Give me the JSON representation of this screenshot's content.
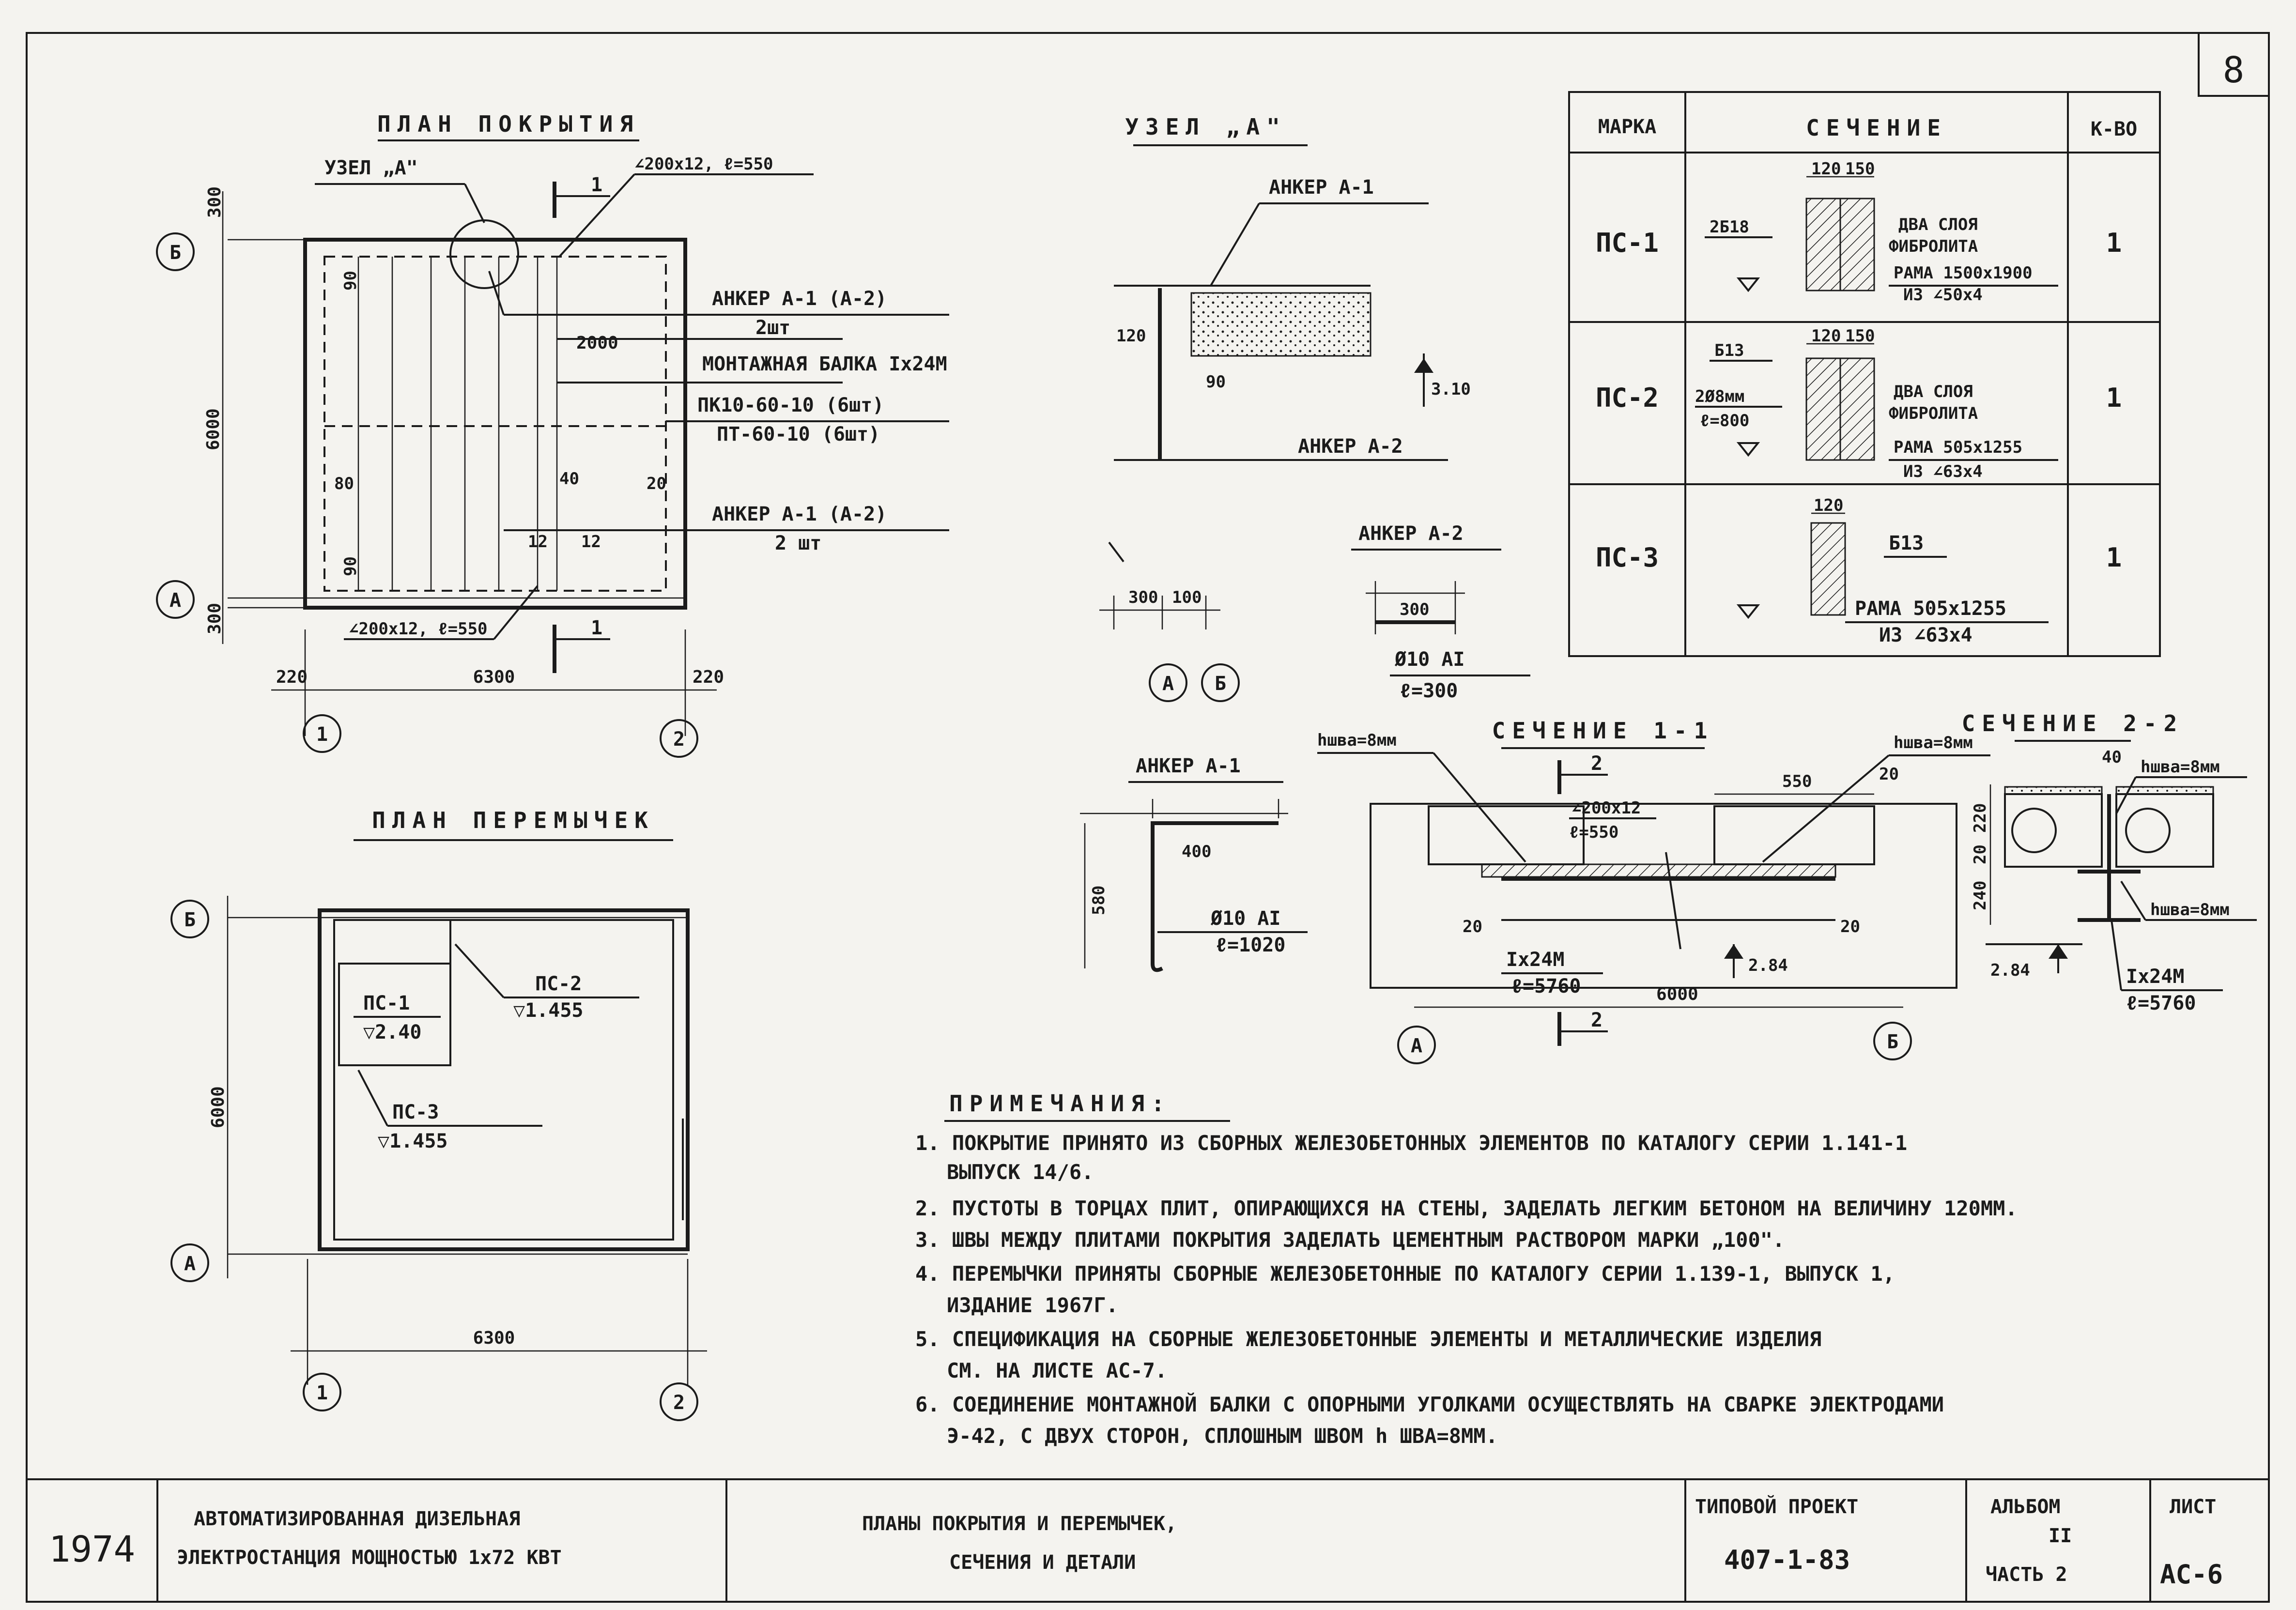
{
  "sheet_number": "8",
  "roof_plan": {
    "title": "ПЛАН ПОКРЫТИЯ",
    "node_label": "УЗЕЛ „А\"",
    "angle_top": "∠200х12, ℓ=550",
    "angle_bottom": "∠200х12, ℓ=550",
    "anchor_top": "АНКЕР А-1 (А-2)",
    "anchor_top_qty": "2шт",
    "beam": "МОНТАЖНАЯ БАЛКА Iх24М",
    "slab_1": "ПК10-60-10 (6шт)",
    "slab_2": "ПТ-60-10 (6шт)",
    "anchor_bottom": "АНКЕР А-1 (А-2)",
    "anchor_bottom_qty": "2 шт",
    "dim_2000": "2000",
    "dim_6000": "6000",
    "dim_6300": "6300",
    "dim_300_top": "300",
    "dim_300_bottom": "300",
    "dim_220_left": "220",
    "dim_220_right": "220",
    "dim_90_a": "90",
    "dim_90_b": "90",
    "dim_80": "80",
    "dim_40": "40",
    "dim_20": "20",
    "dim_12_a": "12",
    "dim_12_b": "12",
    "cut_mark": "1",
    "axis_b": "Б",
    "axis_a": "А",
    "axis_1": "1",
    "axis_2": "2"
  },
  "lintel_plan": {
    "title": "ПЛАН ПЕРЕМЫЧЕК",
    "pc1": "ПС-1",
    "pc1_level": "▽2.40",
    "pc2": "ПС-2",
    "pc2_level": "▽1.455",
    "pc3": "ПС-3",
    "pc3_level": "▽1.455",
    "dim_6000": "6000",
    "dim_6300": "6300",
    "axis_b": "Б",
    "axis_a": "А",
    "axis_1": "1",
    "axis_2": "2"
  },
  "node_a": {
    "title": "УЗЕЛ „А\"",
    "anchor_a1": "АНКЕР А-1",
    "anchor_a2": "АНКЕР А-2",
    "dim_120": "120",
    "dim_90": "90",
    "dim_300": "300",
    "dim_100": "100",
    "level": "3.10",
    "axis_a": "А",
    "axis_b": "Б"
  },
  "anchor_a2": {
    "title": "АНКЕР А-2",
    "dim_300": "300",
    "bar": "Ø10 АI",
    "length": "ℓ=300"
  },
  "anchor_a1": {
    "title": "АНКЕР А-1",
    "dim_400": "400",
    "dim_580": "580",
    "bar": "Ø10 АI",
    "length": "ℓ=1020"
  },
  "section_1_1": {
    "title": "СЕЧЕНИЕ 1-1",
    "weld_left": "hшва=8мм",
    "weld_right": "hшва=8мм",
    "angle": "∠200х12",
    "angle_len": "ℓ=550",
    "dim_550": "550",
    "dim_20_a": "20",
    "dim_20_b": "20",
    "dim_20_c": "20",
    "beam": "Iх24М",
    "beam_len": "ℓ=5760",
    "level": "2.84",
    "dim_6000": "6000",
    "cut_mark": "2",
    "axis_a": "А",
    "axis_b": "Б"
  },
  "section_2_2": {
    "title": "СЕЧЕНИЕ 2-2",
    "dim_40": "40",
    "weld_top": "hшва=8мм",
    "weld_bottom": "hшва=8мм",
    "dim_220": "220",
    "dim_20": "20",
    "dim_240": "240",
    "level": "2.84",
    "beam": "Iх24М",
    "beam_len": "ℓ=5760"
  },
  "spec_table": {
    "headers": [
      "МАРКА",
      "СЕЧЕНИЕ",
      "К-ВО"
    ],
    "rows": [
      {
        "mark": "ПС-1",
        "qty": "1",
        "d1": "120",
        "d2": "150",
        "bar": "2Б18",
        "layers": "ДВА СЛОЯ",
        "material": "ФИБРОЛИТА",
        "frame": "РАМА 1500х1900",
        "angle": "ИЗ ∠50х4"
      },
      {
        "mark": "ПС-2",
        "qty": "1",
        "d1": "120",
        "d2": "150",
        "bar": "Б13",
        "bar2": "2Ø8мм",
        "bar2_len": "ℓ=800",
        "layers": "ДВА СЛОЯ",
        "material": "ФИБРОЛИТА",
        "frame": "РАМА 505х1255",
        "angle": "ИЗ ∠63х4"
      },
      {
        "mark": "ПС-3",
        "qty": "1",
        "d1": "120",
        "bar": "Б13",
        "frame": "РАМА 505х1255",
        "angle": "ИЗ ∠63х4"
      }
    ]
  },
  "notes": {
    "title": "ПРИМЕЧАНИЯ:",
    "lines": [
      "1. ПОКРЫТИЕ ПРИНЯТО ИЗ СБОРНЫХ ЖЕЛЕЗОБЕТОННЫХ ЭЛЕМЕНТОВ ПО КАТАЛОГУ СЕРИИ 1.141-1",
      "ВЫПУСК 14/6.",
      "2. ПУСТОТЫ В ТОРЦАХ ПЛИТ, ОПИРАЮЩИХСЯ НА СТЕНЫ, ЗАДЕЛАТЬ ЛЕГКИМ БЕТОНОМ НА ВЕЛИЧИНУ 120ММ.",
      "3. ШВЫ МЕЖДУ ПЛИТАМИ ПОКРЫТИЯ ЗАДЕЛАТЬ ЦЕМЕНТНЫМ РАСТВОРОМ МАРКИ „100\".",
      "4. ПЕРЕМЫЧКИ ПРИНЯТЫ СБОРНЫЕ ЖЕЛЕЗОБЕТОННЫЕ ПО КАТАЛОГУ СЕРИИ 1.139-1, ВЫПУСК 1,",
      "ИЗДАНИЕ 1967Г.",
      "5. СПЕЦИФИКАЦИЯ НА СБОРНЫЕ ЖЕЛЕЗОБЕТОННЫЕ ЭЛЕМЕНТЫ И МЕТАЛЛИЧЕСКИЕ ИЗДЕЛИЯ",
      "СМ. НА ЛИСТЕ АС-7.",
      "6. СОЕДИНЕНИЕ МОНТАЖНОЙ БАЛКИ С ОПОРНЫМИ УГОЛКАМИ ОСУЩЕСТВЛЯТЬ НА СВАРКЕ ЭЛЕКТРОДАМИ",
      "Э-42, С ДВУХ СТОРОН, СПЛОШНЫМ ШВОМ h ШВА=8ММ."
    ]
  },
  "title_block": {
    "year": "1974",
    "project_line1": "АВТОМАТИЗИРОВАННАЯ ДИЗЕЛЬНАЯ",
    "project_line2": "ЭЛЕКТРОСТАНЦИЯ МОЩНОСТЬЮ 1х72 КВТ",
    "sheet_title_line1": "ПЛАНЫ ПОКРЫТИЯ И ПЕРЕМЫЧЕК,",
    "sheet_title_line2": "СЕЧЕНИЯ И ДЕТАЛИ",
    "typical_label": "ТИПОВОЙ ПРОЕКТ",
    "typical_number": "407-1-83",
    "album_label": "АЛЬБОМ",
    "album_number": "II",
    "part": "ЧАСТЬ 2",
    "sheet_label": "ЛИСТ",
    "sheet_code": "АС-6"
  }
}
